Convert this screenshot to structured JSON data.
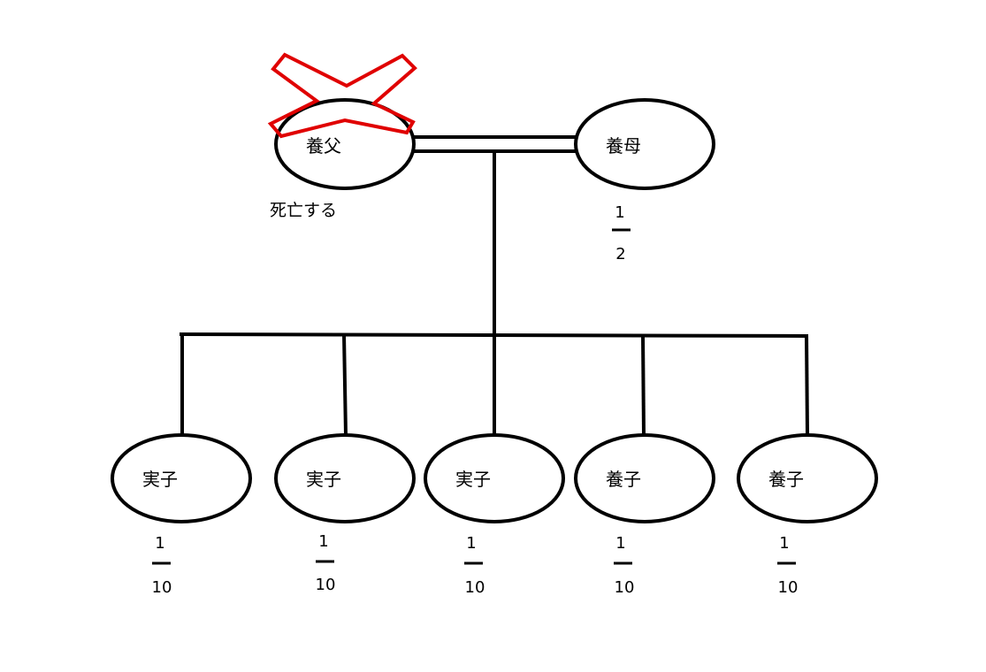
{
  "diagram": {
    "father": {
      "label": "養父",
      "note": "死亡する"
    },
    "mother": {
      "label": "養母",
      "share": {
        "numerator": "1",
        "denominator": "2"
      }
    },
    "children": [
      {
        "label": "実子",
        "share": {
          "numerator": "1",
          "denominator": "10"
        }
      },
      {
        "label": "実子",
        "share": {
          "numerator": "1",
          "denominator": "10"
        }
      },
      {
        "label": "実子",
        "share": {
          "numerator": "1",
          "denominator": "10"
        }
      },
      {
        "label": "養子",
        "share": {
          "numerator": "1",
          "denominator": "10"
        }
      },
      {
        "label": "養子",
        "share": {
          "numerator": "1",
          "denominator": "10"
        }
      }
    ]
  },
  "colors": {
    "line": "#000000",
    "cross_mark": "#e00000",
    "background": "#ffffff"
  }
}
